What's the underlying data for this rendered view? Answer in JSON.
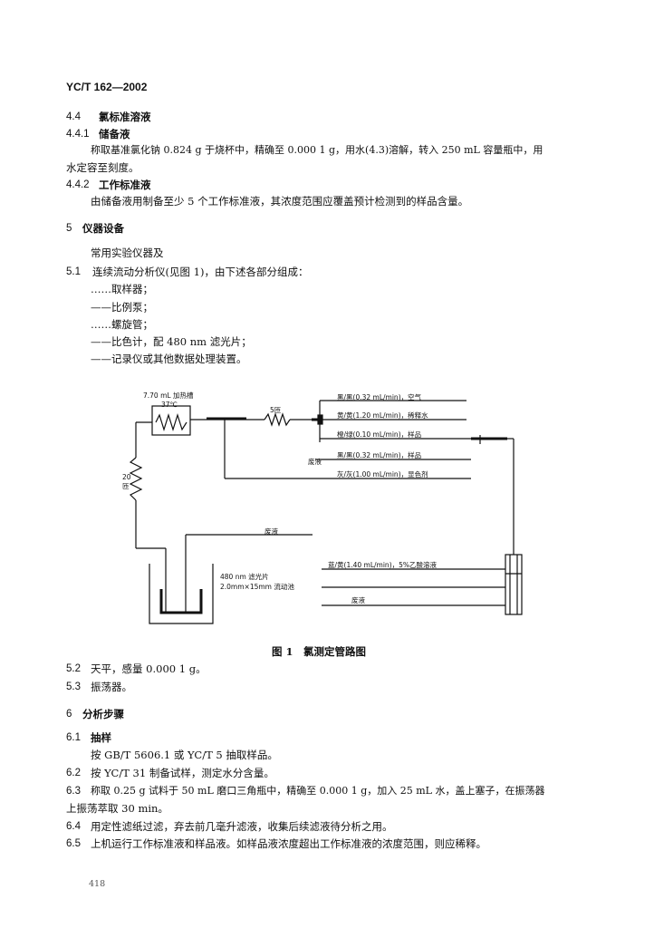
{
  "header": {
    "standard_code": "YC/T 162—2002"
  },
  "sections": {
    "s4_4": {
      "num": "4.4",
      "title": "氯标准溶液"
    },
    "s4_4_1": {
      "num": "4.4.1",
      "title": "储备液",
      "line1": "称取基准氯化钠 0.824 g 于烧杯中，精确至 0.000 1 g，用水(4.3)溶解，转入 250 mL 容量瓶中，用",
      "line2": "水定容至刻度。"
    },
    "s4_4_2": {
      "num": "4.4.2",
      "title": "工作标准液",
      "line1": "由储备液用制备至少 5 个工作标准液，其浓度范围应覆盖预计检测到的样品含量。"
    },
    "s5": {
      "num": "5",
      "title": "仪器设备",
      "intro": "常用实验仪器及"
    },
    "s5_1": {
      "num": "5.1",
      "text": "连续流动分析仪(见图 1)，由下述各部分组成：",
      "items": [
        "……取样器；",
        "——比例泵；",
        "……螺旋管；",
        "——比色计，配 480 nm 滤光片；",
        "——记录仪或其他数据处理装置。"
      ]
    },
    "figure": {
      "caption": "图 1　氯测定管路图",
      "labels": {
        "heating_bath": "7.70 mL 加热槽",
        "temp": "37℃",
        "coil5": "5匝",
        "coil20a": "20",
        "coil20b": "匝",
        "tube1": "黑/黑(0.32 mL/min)，空气",
        "tube2": "黄/黄(1.20 mL/min)，稀释水",
        "tube3": "橙/绿(0.10 mL/min)，样品",
        "waste1": "废液",
        "tube4": "黑/黑(0.32 mL/min)，样品",
        "tube5": "灰/灰(1.00 mL/min)，显色剂",
        "waste2": "废液",
        "filter": "480 nm 滤光片",
        "flowcell": "2.0mm×15mm 流动池",
        "tube6": "蓝/黄(1.40 mL/min)，5%乙酸溶液",
        "waste3": "废液"
      }
    },
    "s5_2": {
      "num": "5.2",
      "text": "天平，感量 0.000 1 g。"
    },
    "s5_3": {
      "num": "5.3",
      "text": "振荡器。"
    },
    "s6": {
      "num": "6",
      "title": "分析步骤"
    },
    "s6_1": {
      "num": "6.1",
      "title": "抽样",
      "text": "按 GB/T 5606.1 或 YC/T 5 抽取样品。"
    },
    "s6_2": {
      "num": "6.2",
      "text": "按 YC/T 31 制备试样，测定水分含量。"
    },
    "s6_3": {
      "num": "6.3",
      "line1": "称取 0.25 g 试料于 50 mL 磨口三角瓶中，精确至 0.000 1 g，加入 25 mL 水，盖上塞子，在振荡器",
      "line2": "上振荡萃取 30 min。"
    },
    "s6_4": {
      "num": "6.4",
      "text": "用定性滤纸过滤，弃去前几毫升滤液，收集后续滤液待分析之用。"
    },
    "s6_5": {
      "num": "6.5",
      "text": "上机运行工作标准液和样品液。如样品液浓度超出工作标准液的浓度范围，则应稀释。"
    }
  },
  "page_number": "418"
}
